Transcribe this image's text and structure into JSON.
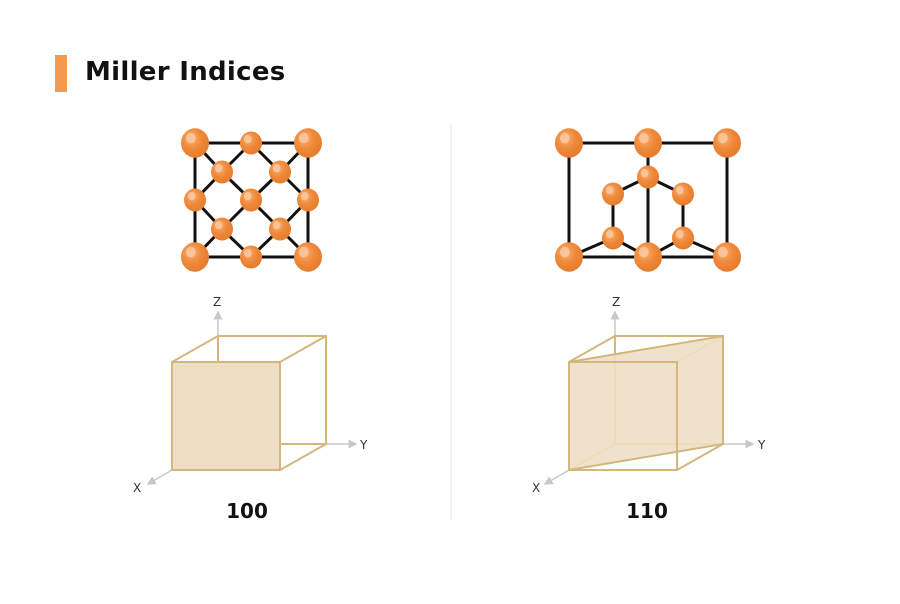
{
  "title": "Miller Indices",
  "colors": {
    "accent": "#F39A4F",
    "atom": "#F0893A",
    "plane_fill": "#EEDFC4",
    "plane_stroke": "#D3B77E",
    "axis": "#C8C8C8",
    "bond": "#111111"
  },
  "panels": [
    {
      "index": "100",
      "axes": {
        "x": "X",
        "y": "Y",
        "z": "Z"
      }
    },
    {
      "index": "110",
      "axes": {
        "x": "X",
        "y": "Y",
        "z": "Z"
      }
    }
  ]
}
